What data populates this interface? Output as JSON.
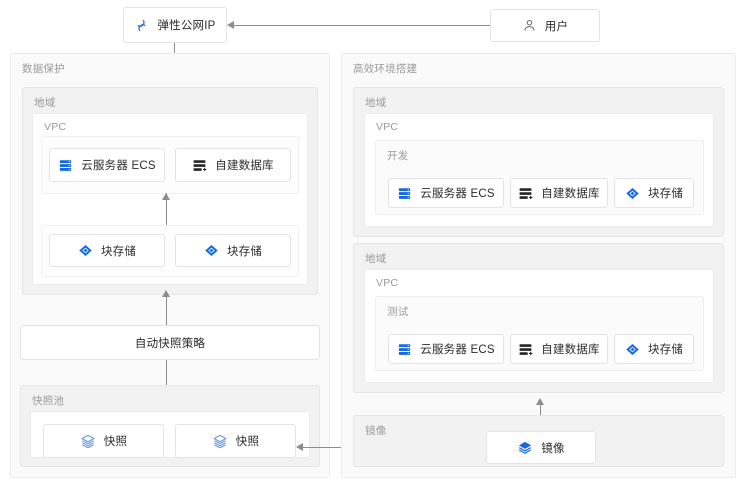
{
  "palette": {
    "accent_blue": "#1668dc",
    "icon_blue": "#2f6fd0",
    "snapshot_blue": "#5b8fd4",
    "dark_icon": "#262626",
    "line_gray": "#8c8c8c",
    "panel_bg": "#fafafa",
    "panel_l2_bg": "#f2f2f2",
    "title_gray": "#9a9a9a",
    "text_dark": "#2b2b2b",
    "border_gray": "#e3e3e3"
  },
  "top": {
    "eip": {
      "label": "弹性公网IP",
      "icon": "elastic-ip-icon"
    },
    "user": {
      "label": "用户",
      "icon": "user-icon"
    }
  },
  "left_region": {
    "title": "数据保护",
    "region": {
      "title": "地域"
    },
    "vpc": {
      "title": "VPC"
    },
    "compute_nodes": [
      {
        "label": "云服务器 ECS",
        "icon": "ecs-server-icon"
      },
      {
        "label": "自建数据库",
        "icon": "self-built-database-icon"
      }
    ],
    "storage_nodes": [
      {
        "label": "块存储",
        "icon": "block-storage-icon"
      },
      {
        "label": "块存储",
        "icon": "block-storage-icon"
      }
    ],
    "policy": {
      "label": "自动快照策略"
    },
    "snapshot_pool": {
      "title": "快照池"
    },
    "snapshots": [
      {
        "label": "快照",
        "icon": "snapshot-icon"
      },
      {
        "label": "快照",
        "icon": "snapshot-icon"
      }
    ]
  },
  "right_region": {
    "title": "高效环境搭建",
    "dev": {
      "region_title": "地域",
      "vpc_title": "VPC",
      "group_title": "开发",
      "nodes": [
        {
          "label": "云服务器 ECS",
          "icon": "ecs-server-icon"
        },
        {
          "label": "自建数据库",
          "icon": "self-built-database-icon"
        },
        {
          "label": "块存储",
          "icon": "block-storage-icon"
        }
      ]
    },
    "test": {
      "region_title": "地域",
      "vpc_title": "VPC",
      "group_title": "测试",
      "nodes": [
        {
          "label": "云服务器 ECS",
          "icon": "ecs-server-icon"
        },
        {
          "label": "自建数据库",
          "icon": "self-built-database-icon"
        },
        {
          "label": "块存储",
          "icon": "block-storage-icon"
        }
      ]
    },
    "image": {
      "title": "镜像",
      "node": {
        "label": "镜像",
        "icon": "image-stack-icon"
      }
    }
  },
  "connections": [
    {
      "from": "用户",
      "to": "弹性公网IP",
      "direction": "left"
    },
    {
      "from": "弹性公网IP",
      "to": "云服务器 ECS",
      "direction": "down"
    },
    {
      "from": "块存储",
      "to": "云服务器 ECS",
      "direction": "up"
    },
    {
      "from": "块存储",
      "to": "自动快照策略",
      "direction": "up"
    },
    {
      "from": "自动快照策略",
      "to": "快照",
      "direction": "down"
    },
    {
      "from": "镜像",
      "to": "快照",
      "direction": "left"
    },
    {
      "from": "快照",
      "to": "镜像",
      "direction": "right"
    },
    {
      "from": "镜像",
      "to": "测试",
      "direction": "up"
    }
  ]
}
